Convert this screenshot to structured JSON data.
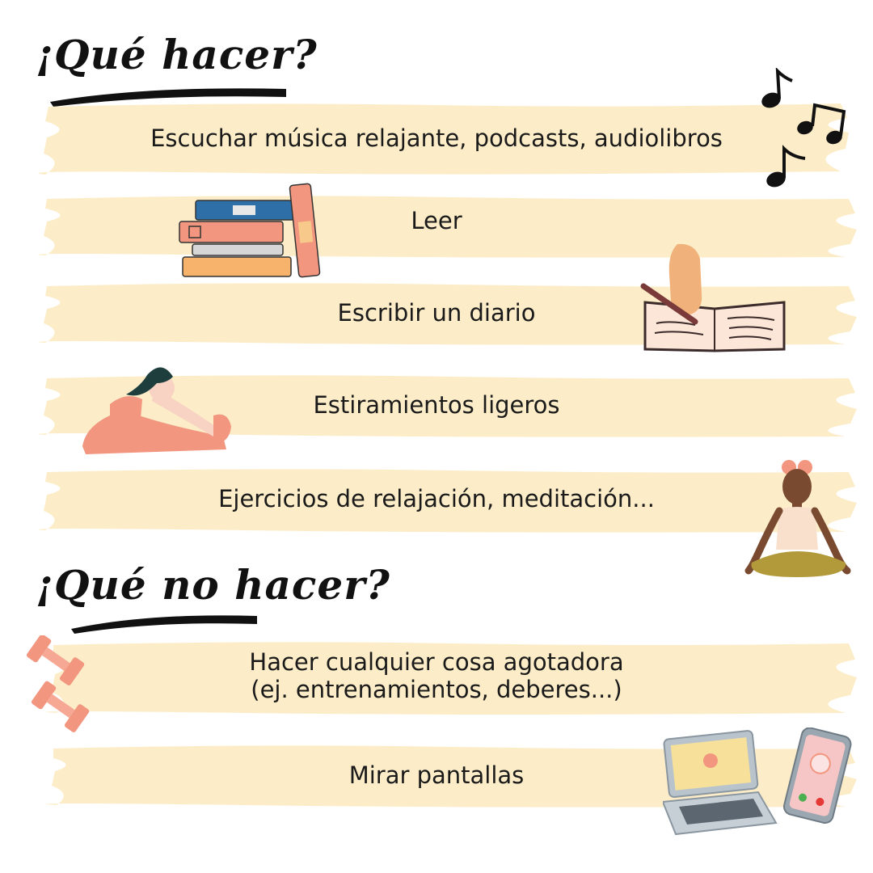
{
  "sections": {
    "do": {
      "title": "¡Qué hacer?",
      "items": [
        "Escuchar música relajante, podcasts, audiolibros",
        "Leer",
        "Escribir un diario",
        "Estiramientos ligeros",
        "Ejercicios de relajación, meditación..."
      ]
    },
    "dont": {
      "title": "¡Qué no hacer?",
      "items": [
        {
          "line1": "Hacer cualquier cosa agotadora",
          "line2": "(ej. entrenamientos, deberes...)"
        },
        "Mirar pantallas"
      ]
    }
  },
  "icons": [
    "music-notes-icon",
    "books-icon",
    "writing-journal-icon",
    "stretching-woman-icon",
    "meditating-woman-icon",
    "dumbbells-icon",
    "laptop-phone-icon"
  ],
  "colors": {
    "stripe": "#fcedc8",
    "text": "#1a1a1a",
    "title": "#111111",
    "underline": "#111111"
  }
}
